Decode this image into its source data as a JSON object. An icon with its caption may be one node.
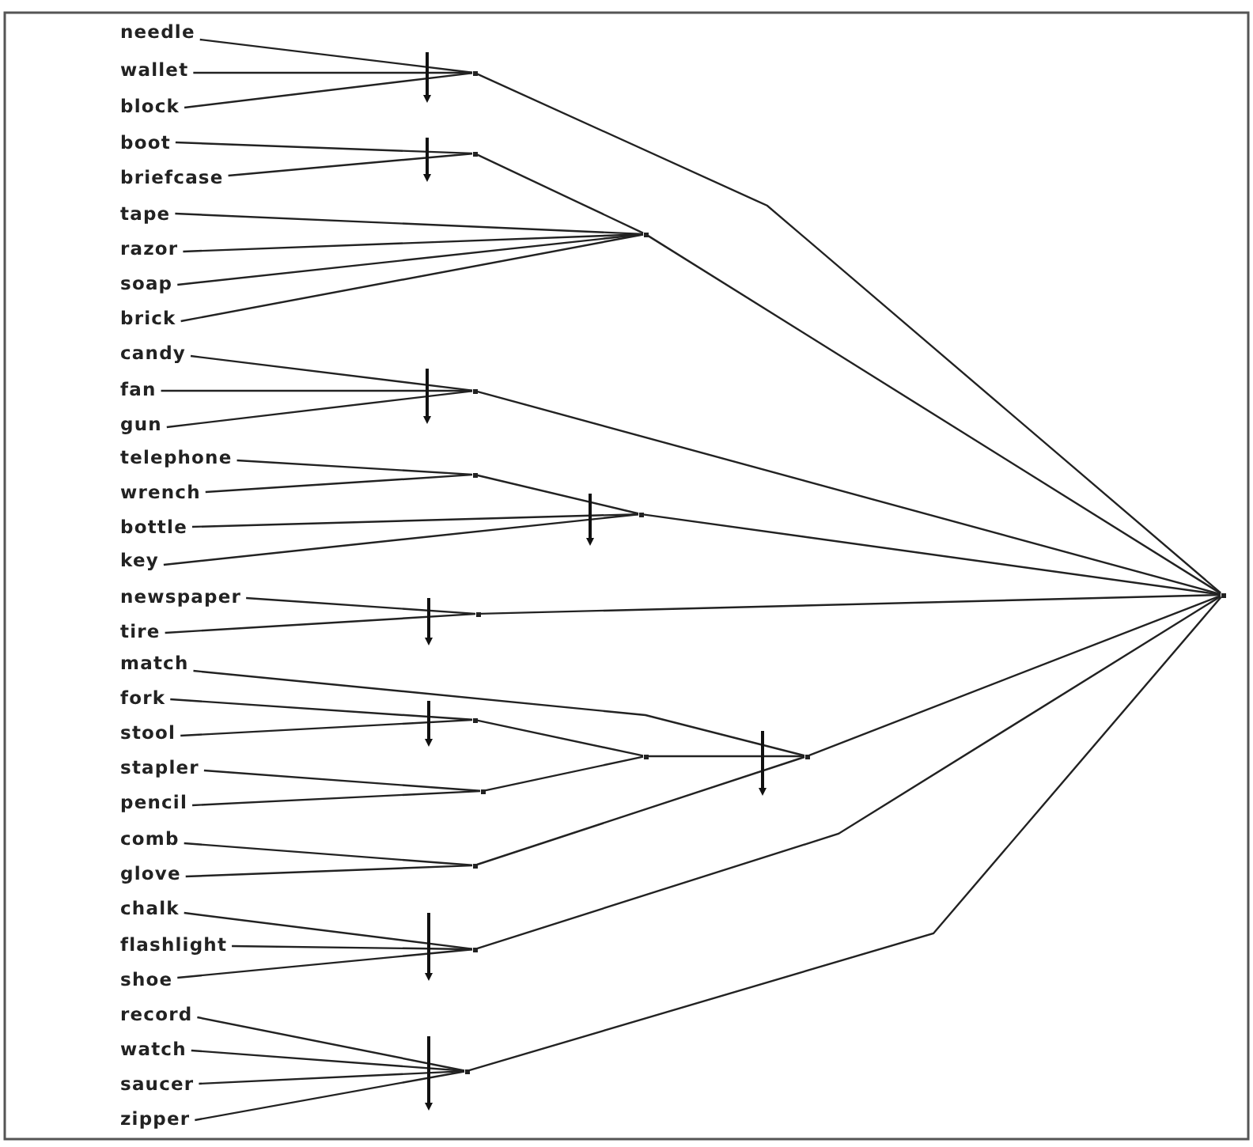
{
  "diagram": {
    "nodes": [
      {
        "text": [
          "needle"
        ]
      },
      {
        "text": [
          "wallet"
        ]
      },
      {
        "text": [
          "block"
        ]
      },
      {
        "text": [
          "boot"
        ]
      },
      {
        "text": [
          "briefcase"
        ]
      },
      {
        "text": [
          "tape"
        ]
      },
      {
        "text": [
          "razor"
        ]
      },
      {
        "text": [
          "soap"
        ]
      },
      {
        "text": [
          "brick"
        ]
      },
      {
        "text": [
          "candy"
        ]
      },
      {
        "text": [
          "fan"
        ]
      },
      {
        "text": [
          "gun"
        ]
      },
      {
        "text": [
          "telephone"
        ]
      },
      {
        "text": [
          "wrench"
        ]
      },
      {
        "text": [
          "bottle"
        ]
      },
      {
        "text": [
          "key"
        ]
      },
      {
        "text": [
          "newspaper"
        ]
      },
      {
        "text": [
          "tire"
        ]
      },
      {
        "text": [
          "match"
        ]
      },
      {
        "text": [
          "fork"
        ]
      },
      {
        "text": [
          "stool"
        ]
      },
      {
        "text": [
          "stapler"
        ]
      },
      {
        "text": [
          "pencil"
        ]
      },
      {
        "text": [
          "comb"
        ]
      },
      {
        "text": [
          "glove"
        ]
      },
      {
        "text": [
          "chalk"
        ]
      },
      {
        "text": [
          "flashlight"
        ]
      },
      {
        "text": [
          "shoe"
        ]
      },
      {
        "text": [
          "record"
        ]
      },
      {
        "text": [
          "watch"
        ]
      },
      {
        "text": [
          "saucer"
        ]
      },
      {
        "text": [
          "zipper"
        ]
      },
      {
        "text": [],
        "shape": "point"
      },
      {
        "text": [],
        "shape": "point"
      },
      {
        "text": [],
        "shape": "point"
      },
      {
        "text": [],
        "shape": "point"
      },
      {
        "text": [],
        "shape": "point"
      },
      {
        "text": [],
        "shape": "point"
      },
      {
        "text": [],
        "shape": "point"
      },
      {
        "text": [],
        "shape": "point"
      },
      {
        "text": [],
        "shape": "point"
      },
      {
        "text": [],
        "shape": "point"
      },
      {
        "text": [],
        "shape": "point"
      },
      {
        "text": [],
        "shape": "point"
      },
      {
        "text": [],
        "shape": "point"
      },
      {
        "text": [],
        "shape": "point"
      },
      {
        "text": [],
        "shape": "point"
      }
    ],
    "edges": [
      {
        "from": 0,
        "to": 32,
        "arrow": "none"
      },
      {
        "from": 1,
        "to": 32,
        "arrow": "none"
      },
      {
        "from": 2,
        "to": 32,
        "arrow": "none"
      },
      {
        "from": 3,
        "to": 33,
        "arrow": "none"
      },
      {
        "from": 4,
        "to": 33,
        "arrow": "none"
      },
      {
        "from": 33,
        "to": 34,
        "arrow": "none"
      },
      {
        "from": 5,
        "to": 34,
        "arrow": "none"
      },
      {
        "from": 6,
        "to": 34,
        "arrow": "none"
      },
      {
        "from": 7,
        "to": 34,
        "arrow": "none"
      },
      {
        "from": 8,
        "to": 34,
        "arrow": "none"
      },
      {
        "from": 9,
        "to": 35,
        "arrow": "none"
      },
      {
        "from": 10,
        "to": 35,
        "arrow": "none"
      },
      {
        "from": 11,
        "to": 35,
        "arrow": "none"
      },
      {
        "from": 12,
        "to": 36,
        "arrow": "none"
      },
      {
        "from": 13,
        "to": 36,
        "arrow": "none"
      },
      {
        "from": 36,
        "to": 37,
        "arrow": "none"
      },
      {
        "from": 14,
        "to": 37,
        "arrow": "none"
      },
      {
        "from": 15,
        "to": 37,
        "arrow": "none"
      },
      {
        "from": 16,
        "to": 39,
        "arrow": "none"
      },
      {
        "from": 17,
        "to": 39,
        "arrow": "none"
      },
      {
        "from": 18,
        "to": 42,
        "arrow": "none"
      },
      {
        "from": 19,
        "to": 40,
        "arrow": "none"
      },
      {
        "from": 20,
        "to": 40,
        "arrow": "none"
      },
      {
        "from": 40,
        "to": 41,
        "arrow": "none"
      },
      {
        "from": 21,
        "to": 43,
        "arrow": "none"
      },
      {
        "from": 22,
        "to": 43,
        "arrow": "none"
      },
      {
        "from": 43,
        "to": 41,
        "arrow": "none"
      },
      {
        "from": 41,
        "to": 42,
        "arrow": "none"
      },
      {
        "from": 23,
        "to": 44,
        "arrow": "none"
      },
      {
        "from": 24,
        "to": 44,
        "arrow": "none"
      },
      {
        "from": 44,
        "to": 42,
        "arrow": "none"
      },
      {
        "from": 25,
        "to": 45,
        "arrow": "none"
      },
      {
        "from": 26,
        "to": 45,
        "arrow": "none"
      },
      {
        "from": 27,
        "to": 45,
        "arrow": "none"
      },
      {
        "from": 28,
        "to": 46,
        "arrow": "none"
      },
      {
        "from": 29,
        "to": 46,
        "arrow": "none"
      },
      {
        "from": 30,
        "to": 46,
        "arrow": "none"
      },
      {
        "from": 31,
        "to": 46,
        "arrow": "none"
      },
      {
        "from": 32,
        "to": 38,
        "arrow": "none"
      },
      {
        "from": 34,
        "to": 38,
        "arrow": "none"
      },
      {
        "from": 35,
        "to": 38,
        "arrow": "none"
      },
      {
        "from": 37,
        "to": 38,
        "arrow": "none"
      },
      {
        "from": 39,
        "to": 38,
        "arrow": "none"
      },
      {
        "from": 42,
        "to": 38,
        "arrow": "none"
      },
      {
        "from": 45,
        "to": 38,
        "arrow": "none"
      },
      {
        "from": 46,
        "to": 38,
        "arrow": "none"
      }
    ]
  }
}
